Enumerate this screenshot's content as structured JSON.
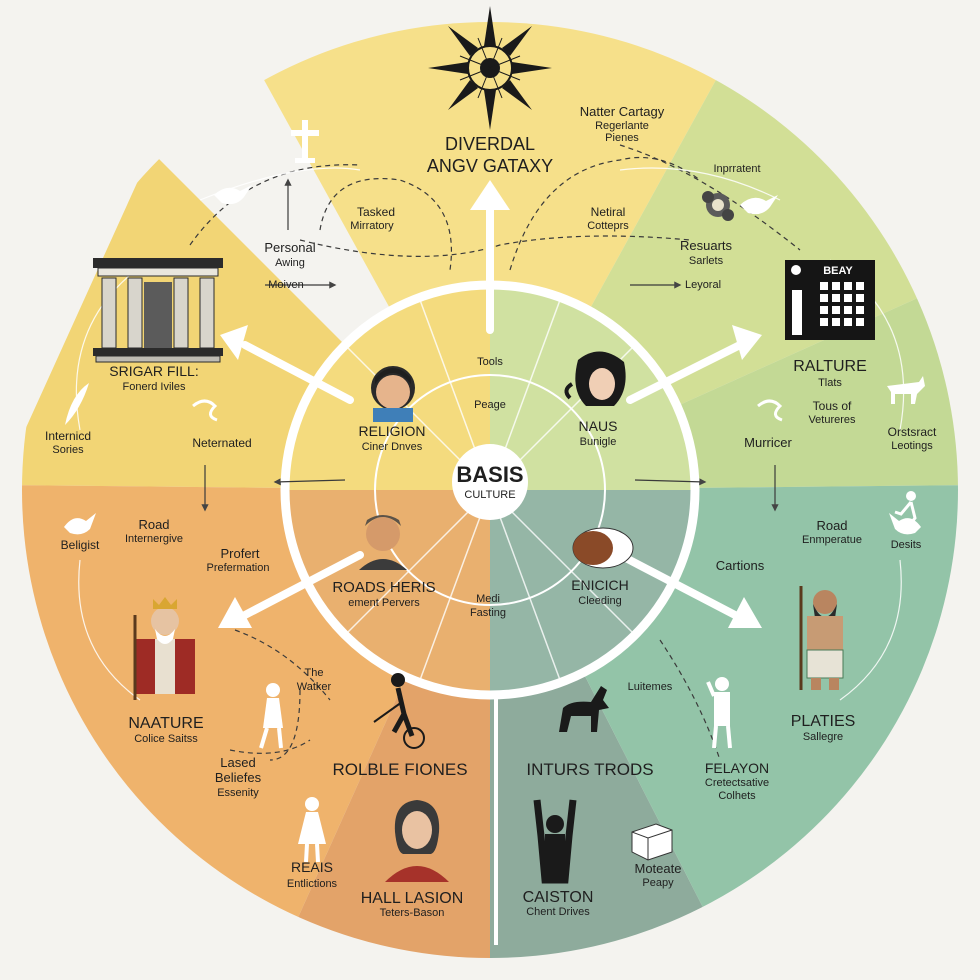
{
  "colors": {
    "background": "#f4f3ef",
    "yellow": "#f3d97a",
    "light_yellow": "#f6e79a",
    "lime": "#cfdc92",
    "green": "#bfd79a",
    "teal": "#92c2a6",
    "slate": "#8fae9f",
    "orange": "#eeb36b",
    "tan": "#e6a866",
    "inner_yellow": "#f4de80",
    "inner_green": "#cfe0a0",
    "inner_orange": "#e9b06f",
    "inner_slate": "#95b6a6"
  },
  "center": {
    "title": "BASIS",
    "subtitle": "CULTURE"
  },
  "top": {
    "title": "DIVERDAL",
    "subtitle": "ANGV GATAXY"
  },
  "inner": {
    "tools": "Tools",
    "peage": "Peage",
    "medi": "Medi",
    "fasting": "Fasting",
    "religion": {
      "title": "RELIGION",
      "sub": "Ciner Dnves"
    },
    "naus": {
      "title": "NAUS",
      "sub": "Bunigle"
    },
    "roads": {
      "title": "ROADS HERIS",
      "sub": "ement Pervers"
    },
    "enicich": {
      "title": "ENICICH",
      "sub": "Cleeding"
    }
  },
  "labels": {
    "natter": {
      "title": "Natter Cartagy",
      "l2": "Regerlante",
      "l3": "Pienes"
    },
    "tasked": {
      "title": "Tasked",
      "sub": "Mirratory"
    },
    "netiral": {
      "title": "Netiral",
      "sub": "Cotteprs"
    },
    "personal": {
      "title": "Personal",
      "sub": "Awing"
    },
    "moiven": "Moiven",
    "inprratent": "Inprratent",
    "resuarts": {
      "title": "Resuarts",
      "sub": "Sarlets"
    },
    "leyoral": "Leyoral",
    "srigar": {
      "title": "SRIGAR FILL:",
      "sub": "Fonerd Iviles"
    },
    "ralture": {
      "title": "RALTURE",
      "sub": "Tlats"
    },
    "internicd": {
      "title": "Internicd",
      "sub": "Sories"
    },
    "neternated": "Neternated",
    "tous": {
      "title": "Tous of",
      "sub": "Vetureres"
    },
    "murricer": "Murricer",
    "orstract": {
      "title": "Orstsract",
      "sub": "Leotings"
    },
    "beligist": "Beligist",
    "road_left": {
      "title": "Road",
      "sub": "Internergive"
    },
    "profert": {
      "title": "Profert",
      "sub": "Prefermation"
    },
    "road_right": {
      "title": "Road",
      "sub": "Enmperatue"
    },
    "desits": "Desits",
    "cartions": "Cartions",
    "the_watker": {
      "l1": "The",
      "l2": "Watker"
    },
    "nature": {
      "title": "NAATURE",
      "sub": "Colice Saitss"
    },
    "lased": {
      "l1": "Lased",
      "l2": "Beliefes",
      "sub": "Essenity"
    },
    "lutemes": "Luitemes",
    "platies": {
      "title": "PLATIES",
      "sub": "Sallegre"
    },
    "felayon": {
      "title": "FELAYON",
      "l2": "Cretectsative",
      "l3": "Colhets"
    },
    "rolble": "ROLBLE FIONES",
    "inturs": "INTURS TRODS",
    "reais": {
      "title": "REAIS",
      "sub": "Entlictions"
    },
    "hall": {
      "title": "HALL LASION",
      "sub": "Teters-Bason"
    },
    "caiston": {
      "title": "CAISTON",
      "sub": "Chent Drives"
    },
    "moteate": {
      "title": "Moteate",
      "sub": "Peapy"
    },
    "beay": "BEAY"
  },
  "icons": [
    "sunburst-icon",
    "cross-icon",
    "bird-icon",
    "temple-icon",
    "building-icon",
    "flower-icon",
    "dove-icon",
    "feather-icon",
    "scroll-icon",
    "king-figure-icon",
    "warrior-figure-icon",
    "horse-icon",
    "cyclist-icon",
    "person-icon",
    "woman-portrait-icon",
    "box-icon",
    "ox-icon"
  ]
}
